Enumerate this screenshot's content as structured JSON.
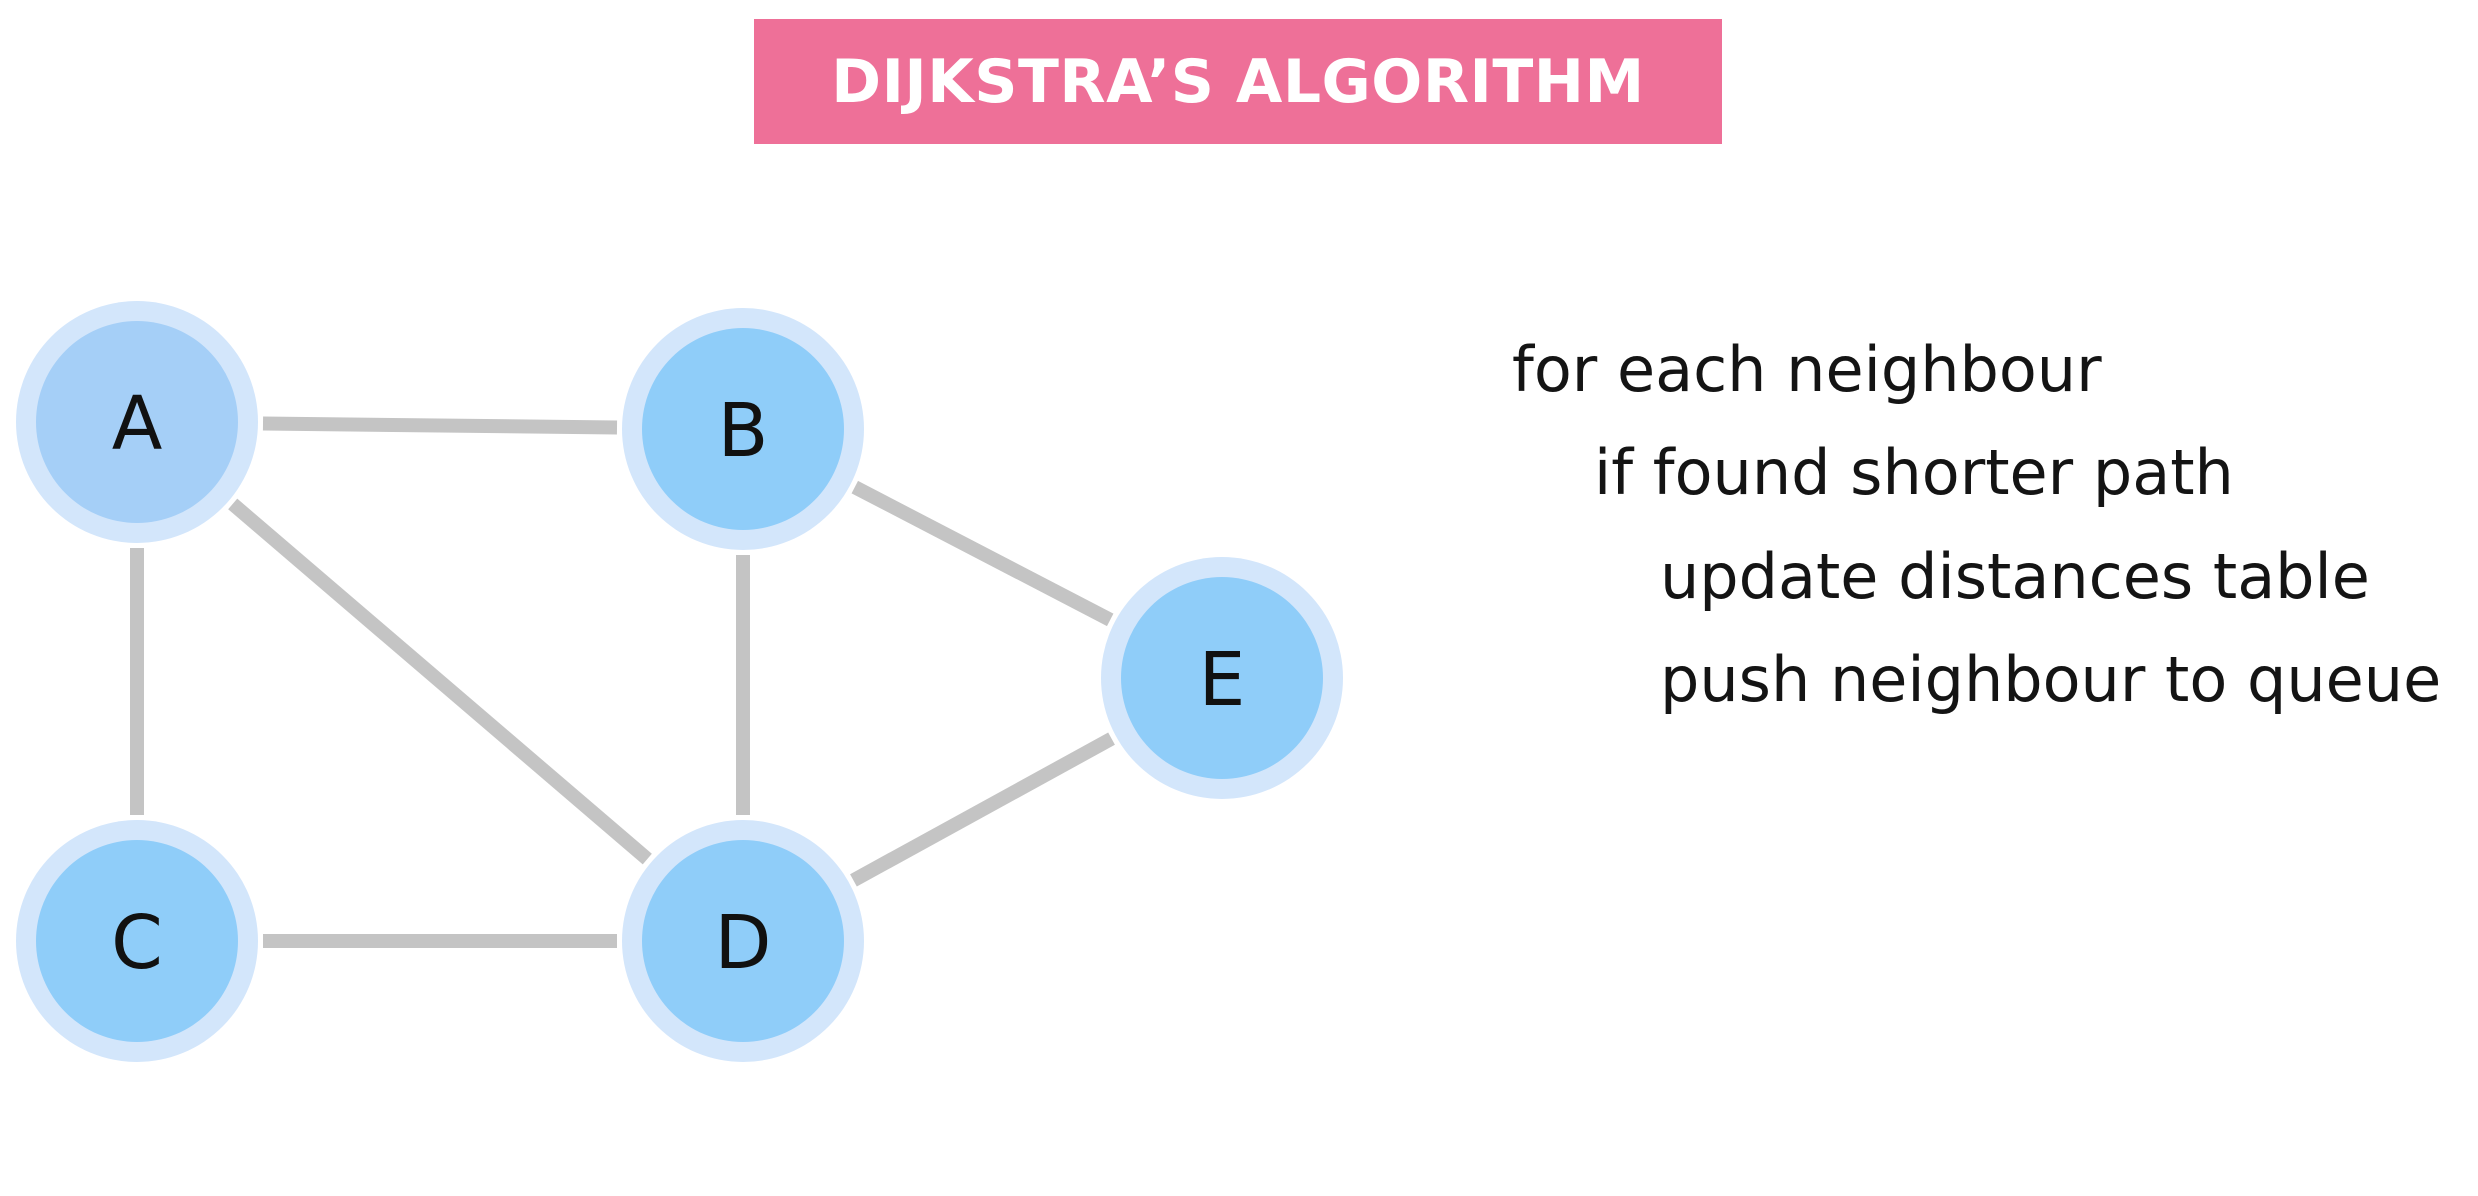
{
  "title": "DIJKSTRA’S ALGORITHM",
  "colors": {
    "banner": "#ee7098",
    "edge": "#c4c4c4",
    "node_ring": "#d3e6fb",
    "node_fill": "#8fcdf9",
    "node_fill_highlight": "#a5cff7",
    "label": "#111111"
  },
  "graph": {
    "nodes": [
      {
        "id": "A",
        "label": "A",
        "highlighted": true
      },
      {
        "id": "B",
        "label": "B",
        "highlighted": false
      },
      {
        "id": "C",
        "label": "C",
        "highlighted": false
      },
      {
        "id": "D",
        "label": "D",
        "highlighted": false
      },
      {
        "id": "E",
        "label": "E",
        "highlighted": false
      }
    ],
    "edges": [
      {
        "from": "A",
        "to": "B"
      },
      {
        "from": "A",
        "to": "C"
      },
      {
        "from": "A",
        "to": "D"
      },
      {
        "from": "B",
        "to": "D"
      },
      {
        "from": "B",
        "to": "E"
      },
      {
        "from": "C",
        "to": "D"
      },
      {
        "from": "D",
        "to": "E"
      }
    ]
  },
  "pseudocode": [
    "for each neighbour",
    "if found shorter path",
    "update distances table",
    "push neighbour to queue"
  ]
}
